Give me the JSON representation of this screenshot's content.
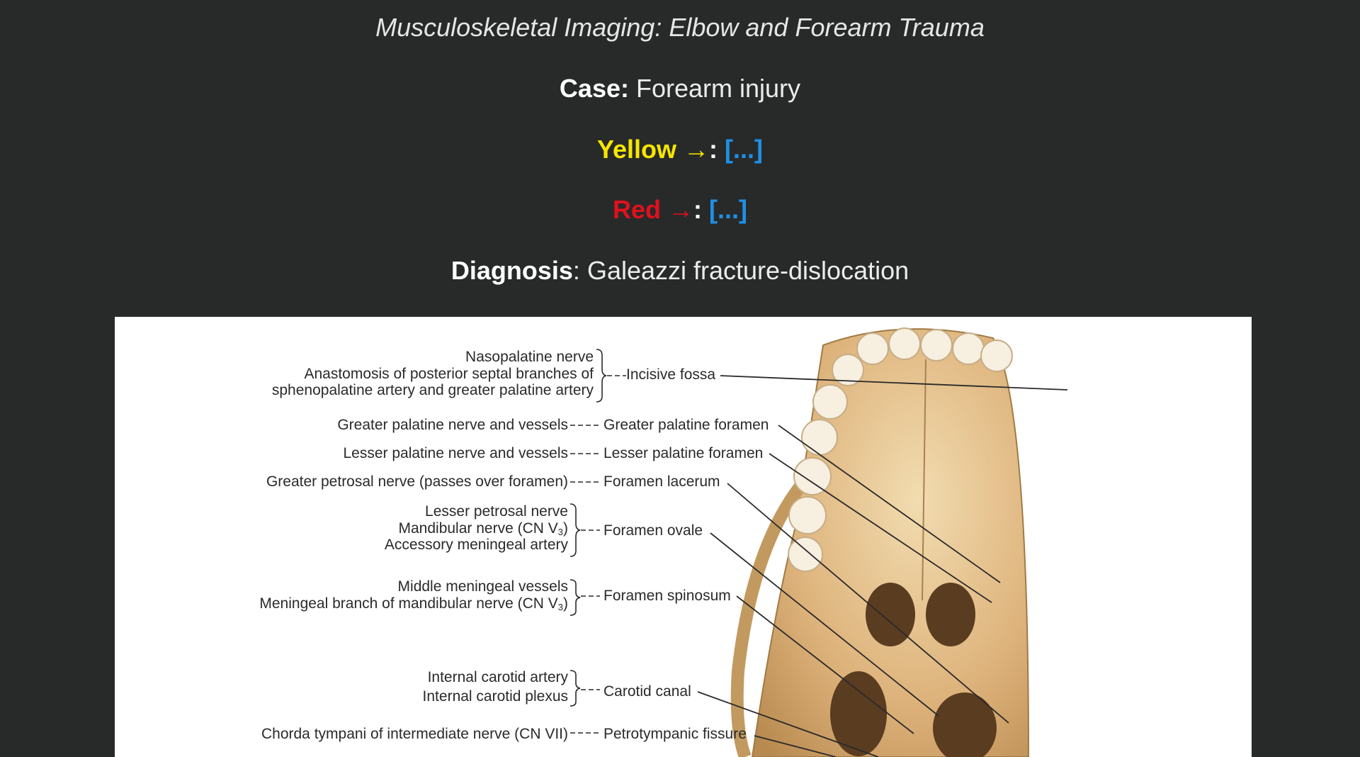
{
  "slide": {
    "title": "Musculoskeletal Imaging: Elbow and Forearm Trauma",
    "case_label": "Case:",
    "case_value": "Forearm injury",
    "yellow_label": "Yellow →",
    "yellow_value": "[...]",
    "red_label": "Red →",
    "red_value": "[...]",
    "colon": ":",
    "diagnosis_label": "Diagnosis",
    "diagnosis_value": "Galeazzi fracture-dislocation"
  },
  "colors": {
    "yellow": "#f7e600",
    "red": "#e0101e",
    "blue": "#1e90e8",
    "background": "#282a2a"
  },
  "figure": {
    "left_labels": [
      "Nasopalatine nerve",
      "Anastomosis of posterior septal branches of",
      "sphenopalatine artery and greater palatine artery",
      "Greater palatine nerve and vessels",
      "Lesser palatine nerve and vessels",
      "Greater petrosal nerve (passes over foramen)",
      "Lesser petrosal nerve",
      "Mandibular nerve (CN V",
      "Accessory meningeal artery",
      "Middle meningeal vessels",
      "Meningeal branch of mandibular nerve (CN V",
      "Internal carotid artery",
      "Internal carotid plexus",
      "Chorda tympani of intermediate nerve (CN VII)"
    ],
    "subscript": "3",
    "close_paren": ")",
    "right_labels": [
      "Incisive fossa",
      "Greater palatine foramen",
      "Lesser palatine foramen",
      "Foramen lacerum",
      "Foramen ovale",
      "Foramen spinosum",
      "Carotid canal",
      "Petrotympanic fissure"
    ]
  }
}
